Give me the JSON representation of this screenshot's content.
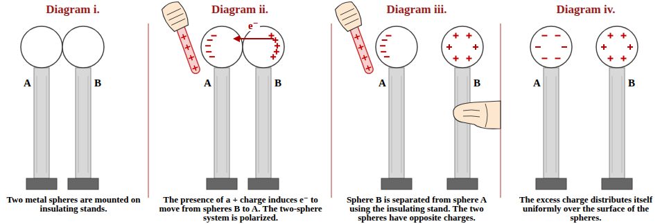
{
  "diagram": {
    "labels": [
      "Diagram i.",
      "A",
      "B",
      "Two metal spheres are mounted on insulating stands.",
      "Diagram ii.",
      "e⁻",
      "A",
      "B",
      "The presence of a + charge induces e⁻ to move from spheres B to A. The two-sphere system is polarized.",
      "Diagram iii.",
      "A",
      "B",
      "Sphere B is separated from sphere A using the insulating stand. The two spheres have opposite charges.",
      "Diagram iv.",
      "A",
      "B",
      "The excess charge distributes itself uniformly over the surface of the spheres."
    ]
  }
}
